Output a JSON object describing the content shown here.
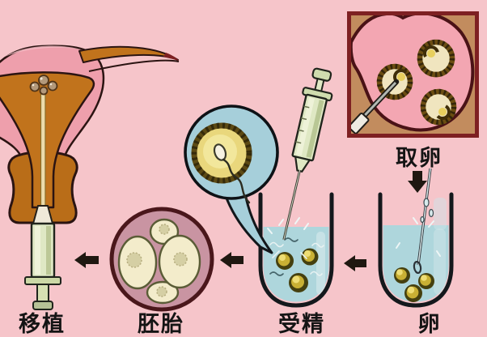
{
  "steps": {
    "egg_retrieval": {
      "label": "取卵"
    },
    "egg": {
      "label": "卵"
    },
    "fertilization": {
      "label": "受精"
    },
    "embryo": {
      "label": "胚胎"
    },
    "transfer": {
      "label": "移植"
    }
  },
  "colors": {
    "background": "#f6c5ca",
    "uterus_pink": "#ee9fac",
    "uterus_cavity_orange": "#c1731c",
    "cervix_orange": "#b96d18",
    "beaker_liquid_blue": "#aed6dc",
    "magnifier_blue": "#a6cfda",
    "inset_background_tan": "#c28c5e",
    "inset_border_maroon": "#7e2022",
    "ovary_pink": "#f3a6b2",
    "egg_yellow": "#e9d77c",
    "embryo_zona_mauve": "#c994a2",
    "embryo_cell_cream": "#f3eccb",
    "arrow_black": "#1f1811"
  }
}
